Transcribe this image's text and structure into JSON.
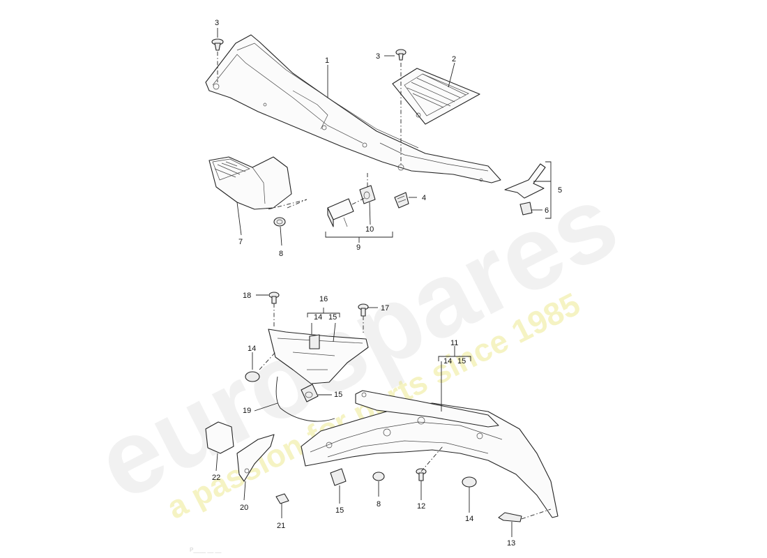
{
  "watermark": {
    "brand": "eurospares",
    "tagline": "a passion for parts since 1985"
  },
  "footer_note": "P____  __ __",
  "callouts": {
    "c1": "1",
    "c2": "2",
    "c3a": "3",
    "c3b": "3",
    "c4": "4",
    "c5": "5",
    "c6": "6",
    "c7": "7",
    "c8a": "8",
    "c8b": "8",
    "c9": "9",
    "c10": "10",
    "c11": "11",
    "c11_14": "14",
    "c11_15": "15",
    "c12": "12",
    "c13": "13",
    "c14a": "14",
    "c14b": "14",
    "c15a": "15",
    "c15b": "15",
    "c16": "16",
    "c16_14": "14",
    "c16_15": "15",
    "c17": "17",
    "c18": "18",
    "c19": "19",
    "c20": "20",
    "c21": "21",
    "c22": "22"
  }
}
